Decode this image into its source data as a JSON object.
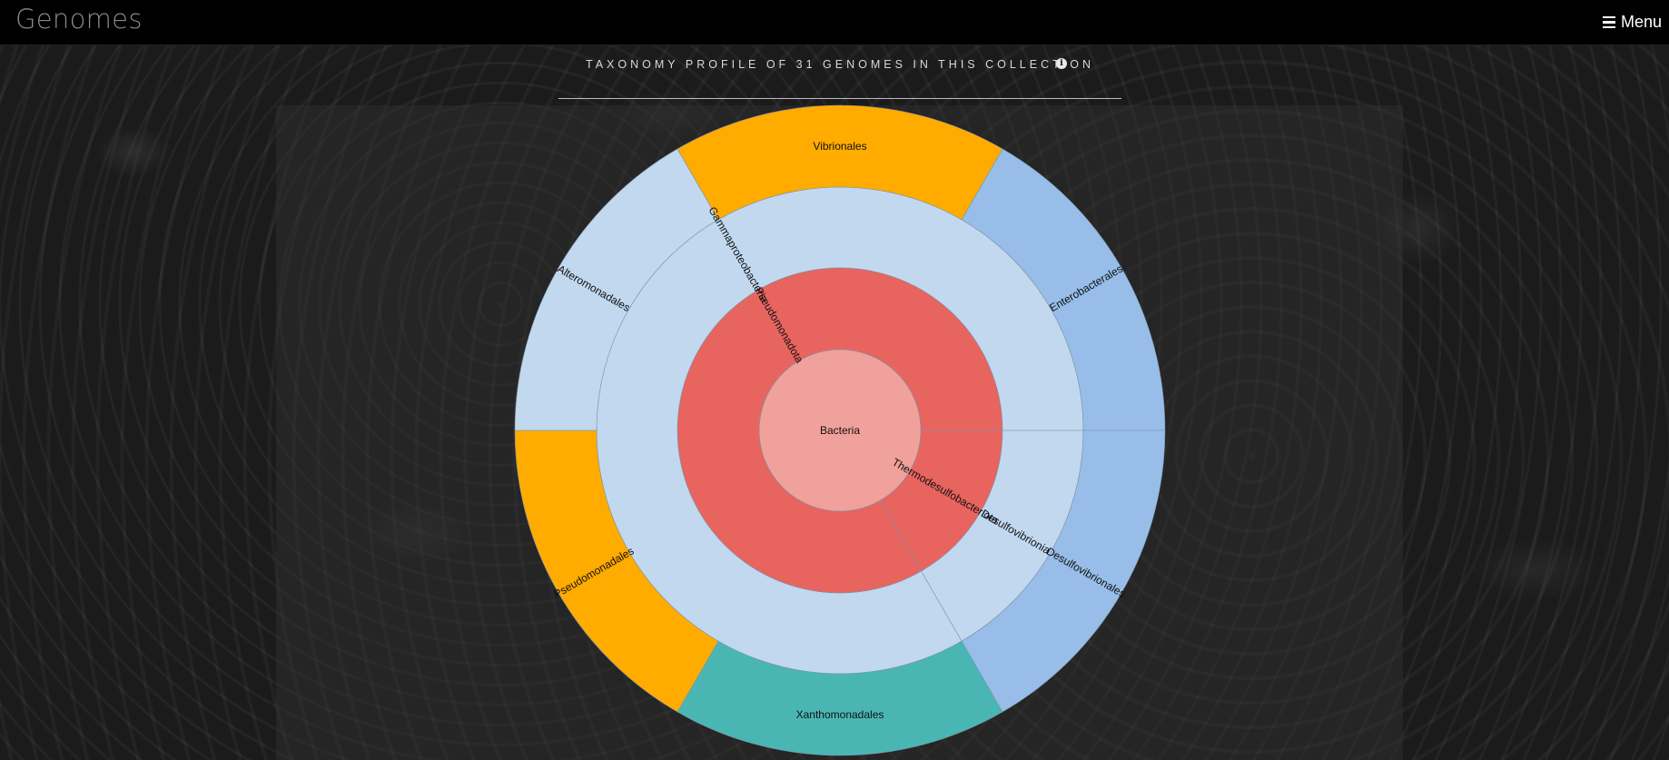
{
  "app": {
    "title": "Genomes",
    "menu_label": "Menu"
  },
  "section": {
    "title": "TAXONOMY PROFILE OF 31 GENOMES IN THIS COLLECTION",
    "info_icon": "info-circle-icon"
  },
  "colors": {
    "domain": "#f1a19b",
    "phylum": "#e8645f",
    "class": "#c2d8ef",
    "order_blue": "#97bde8",
    "order_yellow": "#ffab00",
    "order_teal": "#49b6b4"
  },
  "chart_data": {
    "type": "sunburst",
    "rings": [
      {
        "level": "domain",
        "segments": [
          {
            "label": "Bacteria",
            "start_deg": 0,
            "end_deg": 360,
            "color": "#f1a19b"
          }
        ]
      },
      {
        "level": "phylum",
        "segments": [
          {
            "label": "Thermodesulfobacteriota",
            "start_deg": 90,
            "end_deg": 150,
            "color": "#e8645f"
          },
          {
            "label": "Pseudomonadota",
            "start_deg": 150,
            "end_deg": 450,
            "color": "#e8645f"
          }
        ]
      },
      {
        "level": "class",
        "segments": [
          {
            "label": "Desulfovibrionia",
            "start_deg": 90,
            "end_deg": 150,
            "color": "#c2d8ef"
          },
          {
            "label": "Gammaproteobacteria",
            "start_deg": 150,
            "end_deg": 450,
            "color": "#c2d8ef"
          }
        ]
      },
      {
        "level": "order",
        "segments": [
          {
            "label": "Enterobacterales",
            "start_deg": 30,
            "end_deg": 90,
            "color": "#97bde8"
          },
          {
            "label": "Desulfovibrionales",
            "start_deg": 90,
            "end_deg": 150,
            "color": "#97bde8"
          },
          {
            "label": "Xanthomonadales",
            "start_deg": 150,
            "end_deg": 210,
            "color": "#49b6b4"
          },
          {
            "label": "Pseudomonadales",
            "start_deg": 210,
            "end_deg": 270,
            "color": "#ffab00"
          },
          {
            "label": "Alteromonadales",
            "start_deg": 270,
            "end_deg": 330,
            "color": "#c2d8ef"
          },
          {
            "label": "Vibrionales",
            "start_deg": 330,
            "end_deg": 390,
            "color": "#ffab00"
          }
        ]
      }
    ]
  }
}
